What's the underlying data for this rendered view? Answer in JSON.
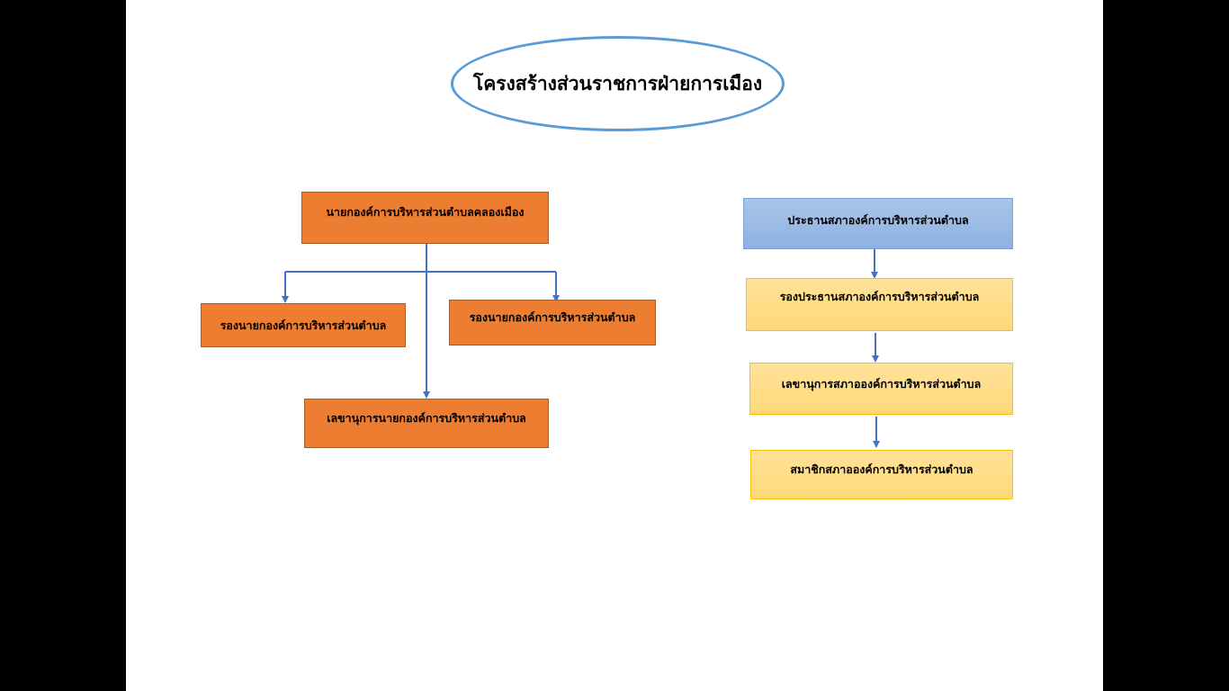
{
  "diagram": {
    "title": "โครงสร้างส่วนราชการฝ่ายการเมือง",
    "left_branch": {
      "head": "นายกองค์การบริหารส่วนตำบลคลองเมือง",
      "deputy_1": "รองนายกองค์การบริหารส่วนตำบล",
      "deputy_2": "รองนายกองค์การบริหารส่วนตำบล",
      "secretary": "เลขานุการนายกองค์การบริหารส่วนตำบล"
    },
    "right_branch": {
      "chair": "ประธานสภาองค์การบริหารส่วนตำบล",
      "vice_chair": "รองประธานสภาองค์การบริหารส่วนตำบล",
      "secretary": "เลขานุการสภาอองค์การบริหารส่วนตำบล",
      "members": "สมาชิกสภาอองค์การบริหารส่วนตำบล"
    },
    "colors": {
      "orange": "#ed7d31",
      "blue": "#9cbbe6",
      "yellow": "#ffd978",
      "connector": "#4472c4",
      "oval_border": "#5b9bd5"
    }
  }
}
